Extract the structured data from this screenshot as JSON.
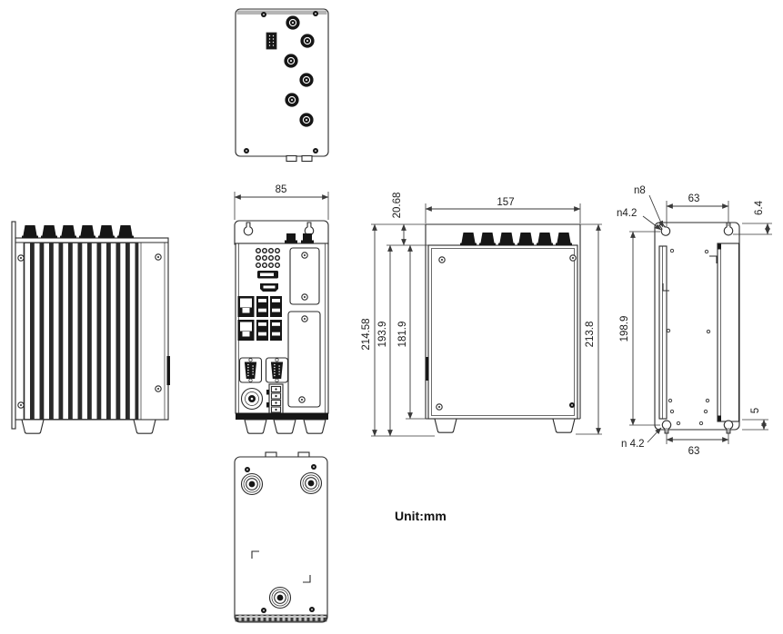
{
  "unit_label": "Unit:mm",
  "dims": {
    "front_width": "85",
    "top_depth": "157",
    "top_zone": "20.68",
    "total_height": "214.58",
    "feet_height": "193.9",
    "body_height": "181.9",
    "side_height": "213.8",
    "hole_span_top": "63",
    "hole_dia_large": "n8",
    "hole_dia_small": "n4.2",
    "top_offset": "6.4",
    "bracket_span": "198.9",
    "bottom_offset": "5",
    "hole_dia_bottom": "n 4.2",
    "hole_span_bottom": "63"
  },
  "colors": {
    "line": "#2b2b2b",
    "dark_fill": "#161616",
    "dimension": "#3a3a3a",
    "edge_strip": "#b5b5b5"
  }
}
